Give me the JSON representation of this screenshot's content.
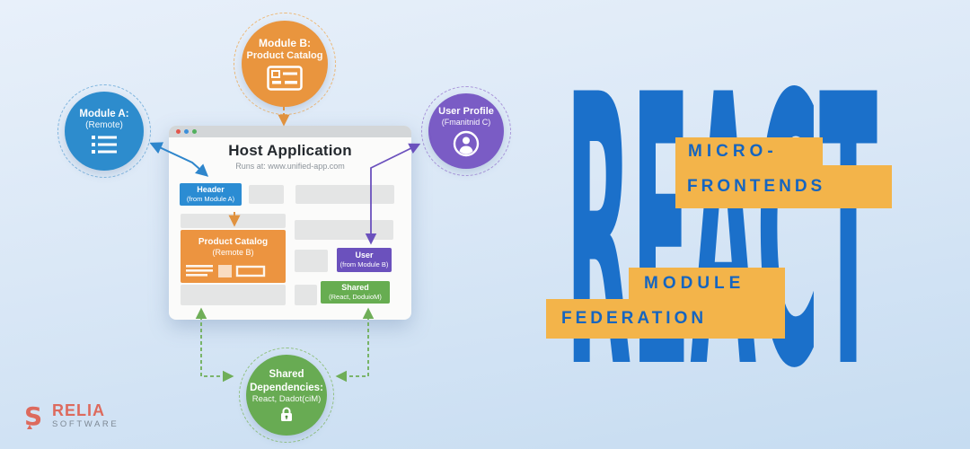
{
  "hero": {
    "title": "REACT",
    "banners": {
      "micro": {
        "line1": "MICRO-",
        "line2": "FRONTENDS"
      },
      "module": {
        "line1": "MODULE",
        "line2": "FEDERATION"
      }
    }
  },
  "diagram": {
    "circles": {
      "module_a": {
        "title": "Module A:",
        "subtitle": "(Remote)"
      },
      "module_b": {
        "title": "Module B:",
        "subtitle": "Product Catalog"
      },
      "user_profile": {
        "title": "User Profile",
        "subtitle": "(Fmanitnid C)"
      },
      "shared_dependencies": {
        "line1": "Shared",
        "line2": "Dependencies:",
        "subtitle": "React, Dadot(ciM)"
      }
    },
    "host_window": {
      "title": "Host Application",
      "subtitle": "Runs at: www.unified-app.com",
      "boxes": {
        "header": {
          "line1": "Header",
          "line2": "(from Module A)"
        },
        "product_catalog": {
          "line1": "Product Catalog",
          "line2": "(Remote B)"
        },
        "user": {
          "line1": "User",
          "line2": "(from Module B)"
        },
        "shared": {
          "line1": "Shared",
          "line2": "(React, DoduioM)"
        }
      }
    }
  },
  "logo": {
    "brand": "RELIA",
    "tagline": "SOFTWARE"
  },
  "colors": {
    "hero_text_blue": "#1b70ca",
    "banner_yellow": "#f3b44a",
    "banner_text_blue": "#1565c0",
    "module_a_blue": "#2d8ccd",
    "module_b_orange": "#e9953e",
    "user_purple": "#7a5cc5",
    "shared_green": "#68ab53",
    "header_box_blue": "#2b8cd3",
    "product_box_orange": "#ec9440",
    "user_box_purple": "#6b51bd",
    "shared_box_green": "#67ad51",
    "logo_coral": "#dd6a5d"
  }
}
